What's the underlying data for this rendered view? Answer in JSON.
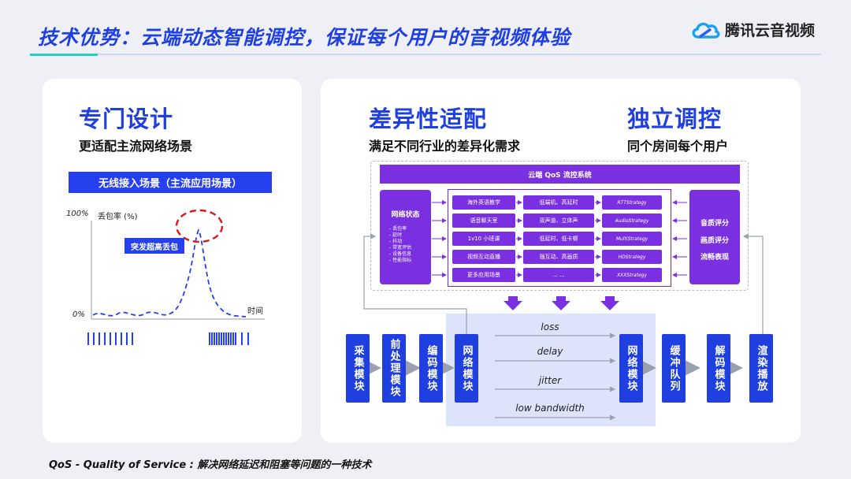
{
  "header": {
    "title": "技术优势：云端动态智能调控，保证每个用户的音视频体验",
    "logo_text": "腾讯云音视频",
    "accent_color": "#1f3fe0",
    "secondary_accent": "#1fd1c1"
  },
  "left_panel": {
    "heading": "专门设计",
    "subheading": "更适配主流网络场景",
    "banner": "无线接入场景（主流应用场景）",
    "chart": {
      "y_top_label": "100%",
      "y_axis_title": "丢包率 (%)",
      "y_bottom_label": "0%",
      "x_axis_title": "时间",
      "callout": "突发超高丢包"
    }
  },
  "right_panel": {
    "col1_heading": "差异性适配",
    "col1_sub": "满足不同行业的差异化需求",
    "col2_heading": "独立调控",
    "col2_sub": "同个房间每个用户",
    "qos_title": "云端 QoS 流控系统",
    "network_state": {
      "title": "网络状态",
      "items": [
        "- 丢包率",
        "- 延时",
        "- 抖动",
        "- 带宽评估",
        "- 设备信息",
        "- 性能指标"
      ]
    },
    "quality": [
      "音质评分",
      "画质评分",
      "流畅表现"
    ],
    "scenarios": [
      "海外英语教学",
      "语音聊天室",
      "1v10 小班课",
      "视频互动直播",
      "更多应用场景"
    ],
    "requirements": [
      "低端机、高延时",
      "双声道、立体声",
      "低延时、低卡顿",
      "强互动、高画质",
      "... ..."
    ],
    "strategies": [
      "RTTStrategy",
      "AudioStrategy",
      "MultiStrategy",
      "HDStrategy",
      "XXXStrategy"
    ],
    "modules_left": [
      "采集模块",
      "前处理模块",
      "编码模块",
      "网络模块"
    ],
    "modules_right": [
      "网络模块",
      "缓冲队列",
      "解码模块",
      "渲染播放"
    ],
    "metrics": [
      "loss",
      "delay",
      "jitter",
      "low bandwidth"
    ],
    "purple_color": "#7a2fe0"
  },
  "footer": {
    "text": "QoS - Quality of Service :  解决网络延迟和阻塞等问题的一种技术"
  }
}
